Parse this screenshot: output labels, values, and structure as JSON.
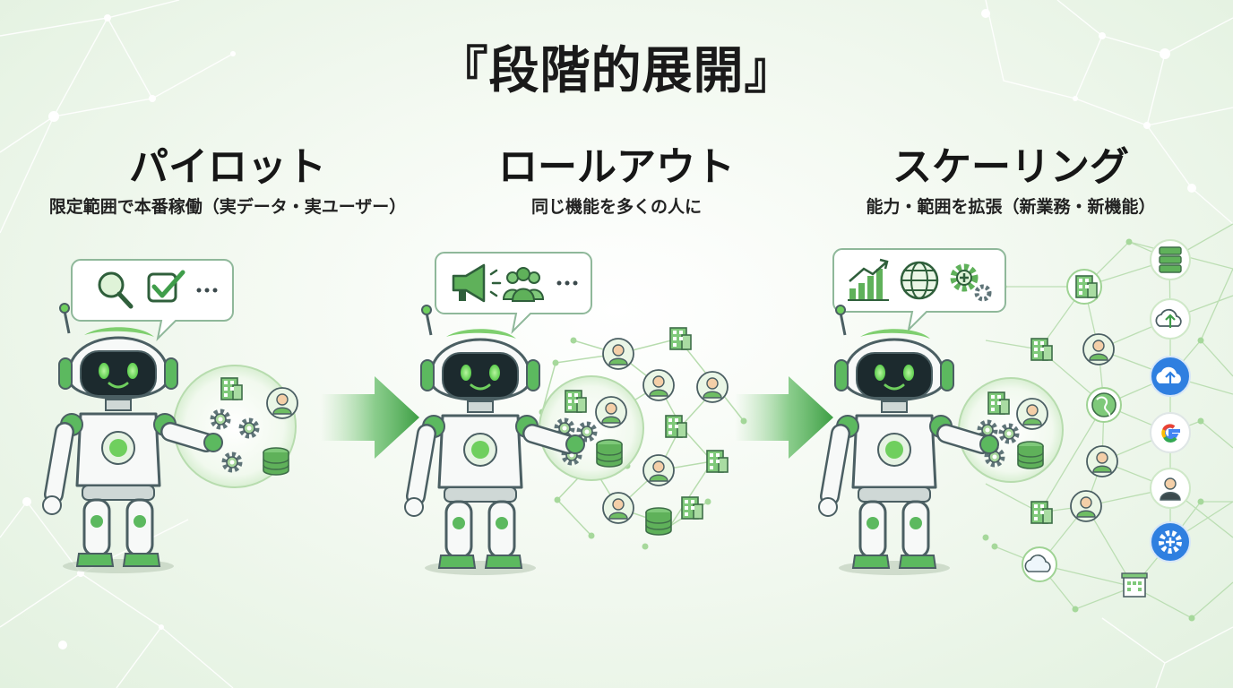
{
  "title": "『段階的展開』",
  "stages": [
    {
      "title": "パイロット",
      "subtitle": "限定範囲で本番稼働（実データ・実ユーザー）",
      "bubble_icons": [
        "magnifier-icon",
        "checkbox-icon",
        "ellipsis-icon"
      ],
      "cluster_icons": [
        "building-icon",
        "person-icon",
        "gear-icon",
        "gear-icon",
        "database-icon"
      ]
    },
    {
      "title": "ロールアウト",
      "subtitle": "同じ機能を多くの人に",
      "bubble_icons": [
        "megaphone-icon",
        "group-icon",
        "ellipsis-icon"
      ],
      "cluster_icons": [
        "building-icon",
        "person-icon",
        "gear-icon",
        "database-icon"
      ]
    },
    {
      "title": "スケーリング",
      "subtitle": "能力・範囲を拡張（新業務・新機能）",
      "bubble_icons": [
        "growth-chart-icon",
        "globe-icon",
        "gear-plus-icon"
      ],
      "cluster_icons": [
        "building-icon",
        "person-icon",
        "gear-icon",
        "database-icon",
        "cloud-icon",
        "google-icon"
      ]
    }
  ],
  "colors": {
    "accent": "#3f9d4a",
    "accent_light": "#7fcf6f",
    "accent_pale": "#cfe8c8",
    "robot_body": "#f7f9f8",
    "robot_face": "#1c2a2e",
    "robot_outline": "#4b5f63",
    "blue_badge": "#2f7fe0"
  }
}
